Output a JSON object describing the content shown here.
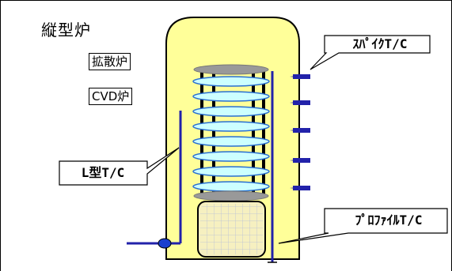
{
  "title": "縦型炉",
  "labels": {
    "diffusion_furnace": "拡散炉",
    "cvd_furnace": "CVD炉"
  },
  "callouts": {
    "spike_tc": "ｽﾊﾟｲｸT/C",
    "l_type_tc": "L型T/C",
    "profile_tc": "ﾌﾟﾛﾌｧｲﾙT/C"
  },
  "colors": {
    "furnace_fill": "#ffff99",
    "thermocouple": "#2222aa",
    "wafer": "#ccffff",
    "boat_plate": "#999999",
    "pedestal_fill": "#f6f0c0",
    "valve": "#1a3fcf"
  }
}
